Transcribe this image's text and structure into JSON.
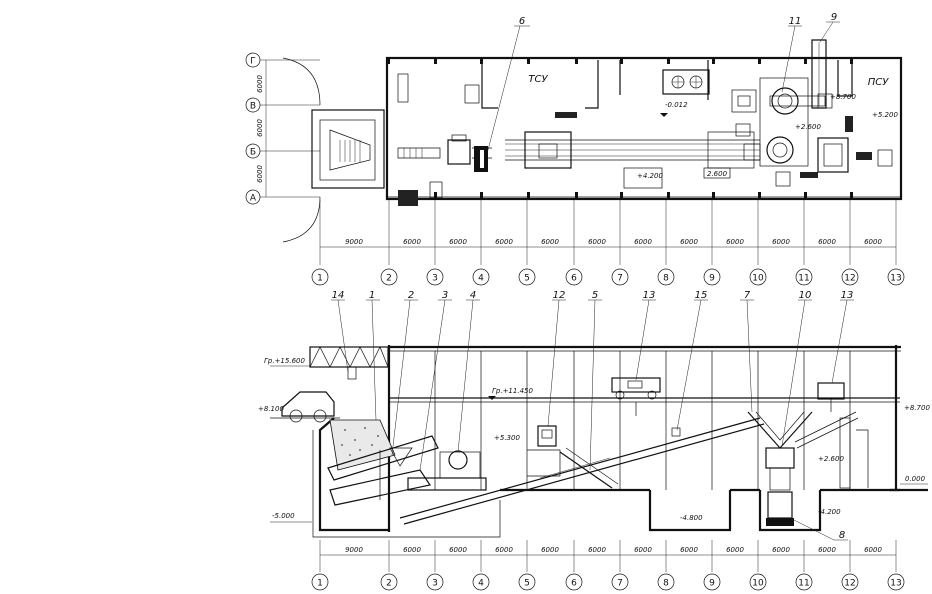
{
  "plan": {
    "row_axes": [
      "Г",
      "В",
      "Б",
      "А"
    ],
    "row_dims": [
      "6000",
      "6000",
      "6000"
    ],
    "col_axes": [
      "1",
      "2",
      "3",
      "4",
      "5",
      "6",
      "7",
      "8",
      "9",
      "10",
      "11",
      "12",
      "13"
    ],
    "col_dims": [
      "9000",
      "6000",
      "6000",
      "6000",
      "6000",
      "6000",
      "6000",
      "6000",
      "6000",
      "6000",
      "6000",
      "6000"
    ],
    "room_tsu": "ТСУ",
    "room_psu": "ПСУ",
    "levels": {
      "floor": "-0.012",
      "l4200": "+4.200",
      "l2600a": "2.600",
      "l2600b": "+2.600",
      "l8700": "+8.700",
      "l5200": "+5.200"
    },
    "callouts": {
      "c6": "6",
      "c11": "11",
      "c9": "9"
    }
  },
  "section": {
    "col_axes": [
      "1",
      "2",
      "3",
      "4",
      "5",
      "6",
      "7",
      "8",
      "9",
      "10",
      "11",
      "12",
      "13"
    ],
    "col_dims": [
      "9000",
      "6000",
      "6000",
      "6000",
      "6000",
      "6000",
      "6000",
      "6000",
      "6000",
      "6000",
      "6000",
      "6000"
    ],
    "levels": {
      "top": "Гр.+15.600",
      "rail": "Гр.+11.450",
      "l8100": "+8.100",
      "l5300": "+5.300",
      "l5000": "-5.000",
      "l4800": "-4.800",
      "l2600": "+2.600",
      "l4200": "-4.200",
      "l8700": "+8.700",
      "l0000": "0.000"
    },
    "callouts": {
      "c14": "14",
      "c1": "1",
      "c2": "2",
      "c3": "3",
      "c4": "4",
      "c12": "12",
      "c5": "5",
      "c13a": "13",
      "c15": "15",
      "c7": "7",
      "c10": "10",
      "c13b": "13",
      "c8": "8"
    }
  }
}
